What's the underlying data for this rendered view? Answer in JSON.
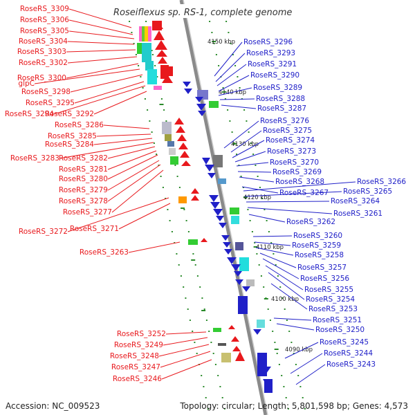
{
  "title": "Roseiflexus sp. RS-1, complete genome",
  "footer": {
    "accession": "Accession: NC_009523",
    "summary": "Topology: circular; Length: 5,801,598 bp; Genes: 4,573"
  },
  "ticks": [
    "4150 kbp",
    "4140 kbp",
    "4130 kbp",
    "4120 kbp",
    "4110 kbp",
    "4100 kbp",
    "4090 kbp"
  ],
  "colors": {
    "reverse_strand": "#e8181c",
    "forward_strand": "#2020c8",
    "backbone": "#8a8a8a",
    "tick": "#2a8a2a"
  },
  "left_labels": [
    "RoseRS_3309",
    "RoseRS_3306",
    "RoseRS_3305",
    "RoseRS_3304",
    "RoseRS_3303",
    "RoseRS_3302",
    "RoseRS_3300",
    "glpC",
    "RoseRS_3298",
    "RoseRS_3295",
    "RoseRS_3294",
    "RoseRS_3292",
    "RoseRS_3286",
    "RoseRS_3285",
    "RoseRS_3284",
    "RoseRS_3283",
    "RoseRS_3282",
    "RoseRS_3281",
    "RoseRS_3280",
    "RoseRS_3279",
    "RoseRS_3278",
    "RoseRS_3277",
    "RoseRS_3272",
    "RoseRS_3271",
    "RoseRS_3263",
    "RoseRS_3252",
    "RoseRS_3249",
    "RoseRS_3248",
    "RoseRS_3247",
    "RoseRS_3246"
  ],
  "right_labels": [
    "RoseRS_3296",
    "RoseRS_3293",
    "RoseRS_3291",
    "RoseRS_3290",
    "RoseRS_3289",
    "RoseRS_3288",
    "RoseRS_3287",
    "RoseRS_3276",
    "RoseRS_3275",
    "RoseRS_3274",
    "RoseRS_3273",
    "RoseRS_3270",
    "RoseRS_3269",
    "RoseRS_3268",
    "RoseRS_3267",
    "RoseRS_3266",
    "RoseRS_3265",
    "RoseRS_3264",
    "RoseRS_3261",
    "RoseRS_3262",
    "RoseRS_3260",
    "RoseRS_3259",
    "RoseRS_3258",
    "RoseRS_3257",
    "RoseRS_3256",
    "RoseRS_3255",
    "RoseRS_3254",
    "RoseRS_3253",
    "RoseRS_3251",
    "RoseRS_3250",
    "RoseRS_3245",
    "RoseRS_3244",
    "RoseRS_3243"
  ]
}
